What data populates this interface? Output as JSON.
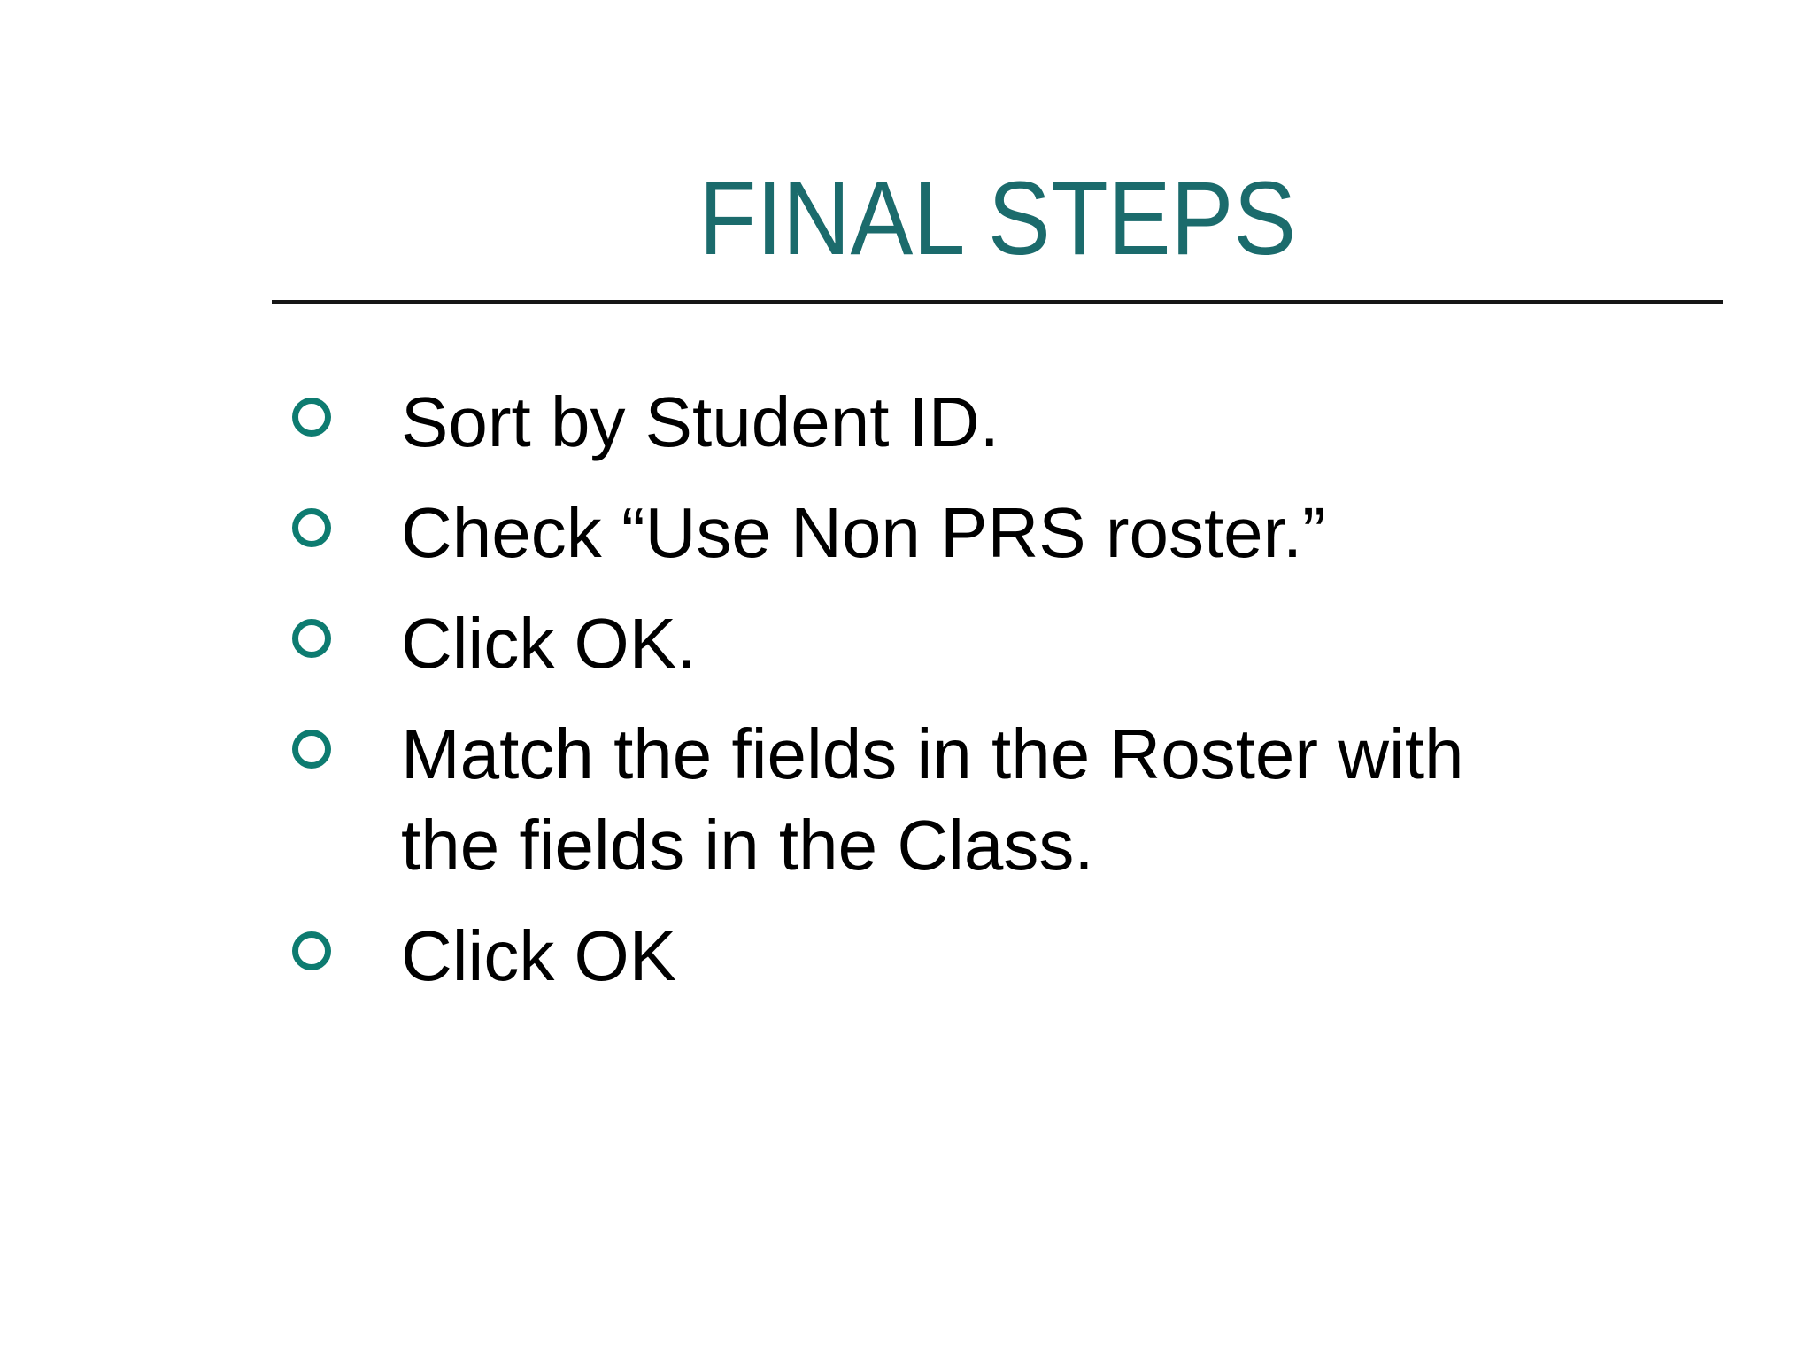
{
  "slide": {
    "title": "FINAL STEPS",
    "bullets": [
      "Sort by Student ID.",
      "Check “Use Non PRS roster.”",
      "Click OK.",
      "Match the fields in the Roster with the fields in the Class.",
      "Click OK"
    ],
    "colors": {
      "title_teal": "#1b6b6c",
      "bullet_teal": "#0d7b70",
      "body_text": "#000000",
      "rule": "#161616",
      "background": "#ffffff"
    }
  }
}
